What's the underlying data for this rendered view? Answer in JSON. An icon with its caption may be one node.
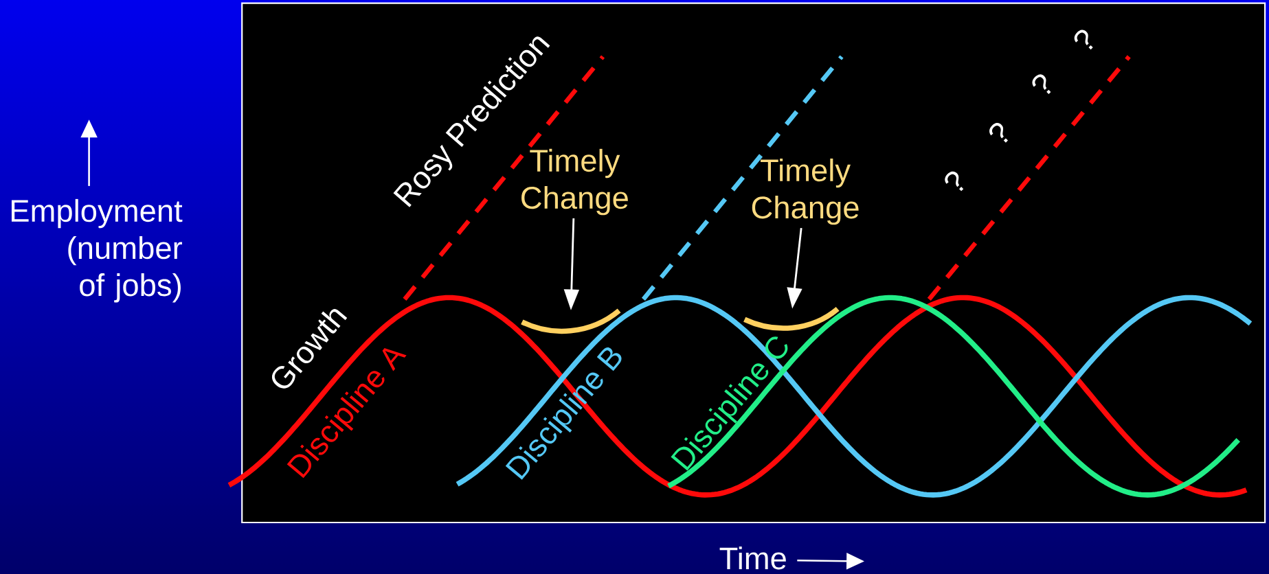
{
  "diagram": {
    "nodes": [
      {
        "text": [
          "Timely Change"
        ]
      },
      {
        "text": [],
        "shape": "arc"
      },
      {
        "text": [
          "Timely Change"
        ]
      },
      {
        "text": [],
        "shape": "arc"
      }
    ],
    "edges": [
      {
        "from": 0,
        "to": 1,
        "arrow": "to"
      },
      {
        "from": 2,
        "to": 3,
        "arrow": "to"
      }
    ],
    "labels": [
      "Rosy Prediction",
      "Growth",
      "Discipline A",
      "Discipline B",
      "Discipline C",
      "?",
      "?",
      "?",
      "?",
      "Employment (number of jobs)",
      "Time"
    ]
  }
}
